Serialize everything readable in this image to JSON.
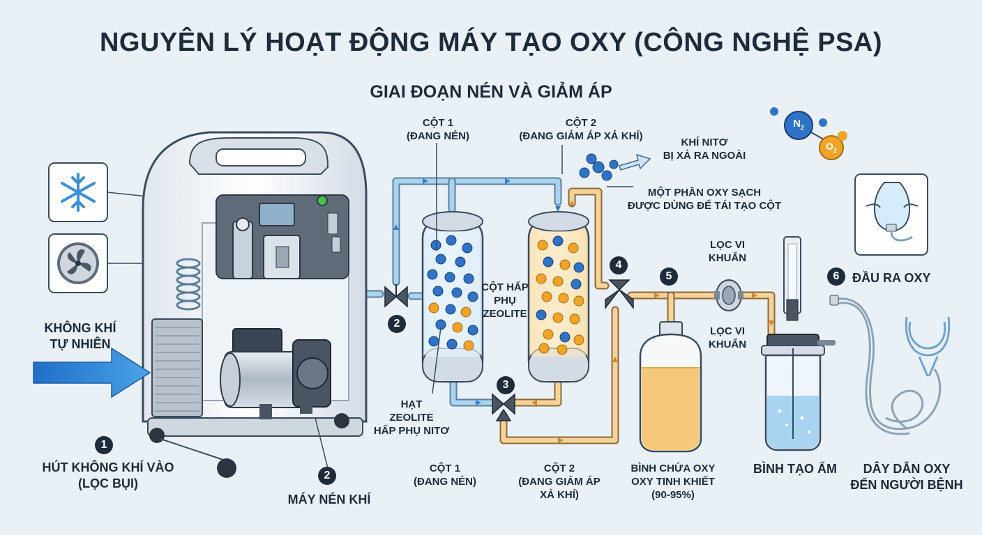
{
  "title": "NGUYÊN LÝ HOẠT ĐỘNG MÁY TẠO OXY (CÔNG NGHỆ PSA)",
  "subtitle": "GIAI ĐOẠN NÉN VÀ GIẢM ÁP",
  "colors": {
    "background": "#e9f1f6",
    "pipe_blue": "#8fc3e6",
    "pipe_orange": "#f3c57c",
    "arrow_blue": "#2f7fd0",
    "zeolite_blue": "#2f73c9",
    "zeolite_orange": "#f0a428",
    "dark_text": "#1d2b3a"
  },
  "labels": {
    "column1_top": "CỘT 1\n(ĐANG NÉN)",
    "column2_top": "CỘT 2\n(ĐANG GIẢM ÁP XẢ KHÍ)",
    "nitrogen_out": "KHÍ NITƠ\nBỊ XẢ RA NGOÀI",
    "regen": "MỘT PHẦN OXY SẠCH\nĐƯỢC DÙNG ĐỂ TÁI TẠO CỘT",
    "zeolite_bed": "CỘT HẤP\nPHỤ\nZEOLITE",
    "air_in": "KHÔNG KHÍ\nTỰ NHIÊN",
    "zeolite_beads": "HẠT\nZEOLITE\nHẤP PHỤ NITƠ",
    "filter_top": "LỌC VI\nKHUẨN",
    "filter_bottom": "LỌC VI\nKHUẨN",
    "oxygen_outlet": "ĐẦU RA OXY",
    "step1": "HÚT KHÔNG KHÍ VÀO\n(LỌC BỤI)",
    "compressor": "MÁY NÉN KHÍ",
    "column1_bottom": "CỘT 1\n(ĐANG NÉN)",
    "column2_bottom": "CỘT 2\n(ĐANG GIẢM ÁP\nXẢ KHÍ)",
    "tank": "BÌNH CHỨA OXY\nOXY TINH KHIẾT\n(90-95%)",
    "humidifier": "BÌNH TẠO ẨM",
    "tubing": "DÂY DẪN OXY\nĐẾN NGƯỜI BỆNH"
  },
  "badges": {
    "b1": "1",
    "b2_compressor": "2",
    "b2_valve": "2",
    "b3": "3",
    "b4": "4",
    "b5": "5",
    "b6": "6"
  },
  "molecules": {
    "n2": "N",
    "n2_sub": "2",
    "o2": "O",
    "o2_sub": "2"
  },
  "icons": [
    "snowflake-icon",
    "fan-icon",
    "oxygen-mask-icon"
  ]
}
